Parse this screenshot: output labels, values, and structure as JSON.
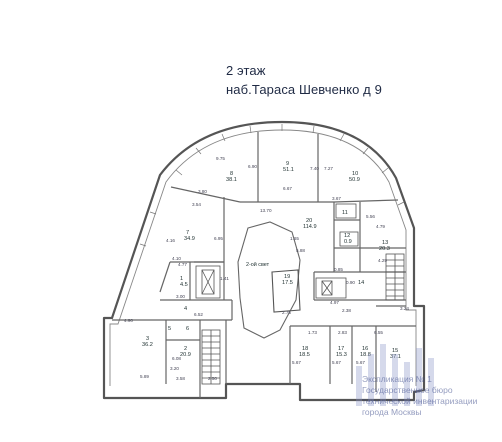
{
  "header": {
    "floor": "2 этаж",
    "address": "наб.Тараса Шевченко д 9"
  },
  "rooms": [
    {
      "id": "r1",
      "num": "1",
      "area": "4.5"
    },
    {
      "id": "r2",
      "num": "2",
      "area": "20.9"
    },
    {
      "id": "r3",
      "num": "3",
      "area": "36.2"
    },
    {
      "id": "r4",
      "num": "4",
      "area": ""
    },
    {
      "id": "r5",
      "num": "5",
      "area": ""
    },
    {
      "id": "r6",
      "num": "6",
      "area": ""
    },
    {
      "id": "r7",
      "num": "7",
      "area": "34.9"
    },
    {
      "id": "r8",
      "num": "8",
      "area": "38.1"
    },
    {
      "id": "r9",
      "num": "9",
      "area": "51.1"
    },
    {
      "id": "r10",
      "num": "10",
      "area": "50.9"
    },
    {
      "id": "r11",
      "num": "11",
      "area": ""
    },
    {
      "id": "r12",
      "num": "12",
      "area": "0.9"
    },
    {
      "id": "r13",
      "num": "13",
      "area": "20.3"
    },
    {
      "id": "r14",
      "num": "14",
      "area": ""
    },
    {
      "id": "r15",
      "num": "15",
      "area": "37.1"
    },
    {
      "id": "r16",
      "num": "16",
      "area": "18.8"
    },
    {
      "id": "r17",
      "num": "17",
      "area": "15.3"
    },
    {
      "id": "r18",
      "num": "18",
      "area": "18.5"
    },
    {
      "id": "r19",
      "num": "19",
      "area": "17.5"
    },
    {
      "id": "r20",
      "num": "20",
      "area": "114.9"
    }
  ],
  "atrium_label": "2-ой свет",
  "dimensions": [
    "9.75",
    "6.90",
    "6.67",
    "7.40",
    "7.27",
    "3.80",
    "3.54",
    "13.70",
    "3.67",
    "5.56",
    "4.79",
    "1.65",
    "5.88",
    "6.95",
    "4.10",
    "4.77",
    "1.41",
    "0.85",
    "4.97",
    "3.00",
    "4.90",
    "6.52",
    "2.75",
    "2.38",
    "6.55",
    "5.89",
    "3.58",
    "2.50",
    "3.20",
    "6.08",
    "1.73",
    "2.83",
    "5.67",
    "5.67",
    "5.67",
    "3.24",
    "0.90",
    "4.29",
    "4.16"
  ],
  "stamp": {
    "line1": "Экспликация № 1",
    "line2": "Государственное бюро",
    "line3": "технической инвентаризации",
    "line4": "города Москвы"
  }
}
